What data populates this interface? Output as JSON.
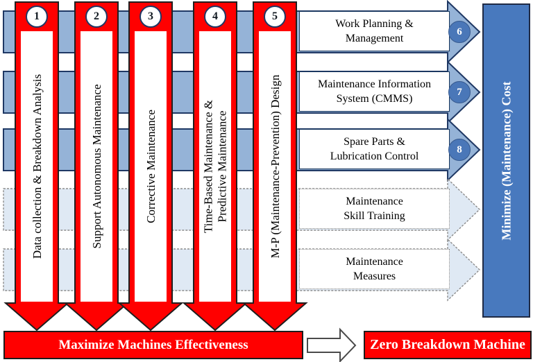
{
  "pillars": [
    {
      "number": "1",
      "lines": [
        "Data collection & Breakdown Analysis",
        ""
      ]
    },
    {
      "number": "2",
      "lines": [
        "Support Autonomous Maintenance",
        ""
      ]
    },
    {
      "number": "3",
      "lines": [
        "Corrective Maintenance",
        ""
      ]
    },
    {
      "number": "4",
      "lines": [
        "Time-Based Maintenance &",
        "Predictive Maintenance"
      ]
    },
    {
      "number": "5",
      "lines": [
        "M-P (Maintenance-Prevention) Design",
        ""
      ]
    }
  ],
  "streams": [
    {
      "number": "6",
      "lines": [
        "Work Planning &",
        "Management"
      ],
      "style": "solid"
    },
    {
      "number": "7",
      "lines": [
        "Maintenance Information",
        "System (CMMS)"
      ],
      "style": "solid"
    },
    {
      "number": "8",
      "lines": [
        "Spare Parts &",
        "Lubrication Control"
      ],
      "style": "solid"
    },
    {
      "number": "",
      "lines": [
        "Maintenance",
        "Skill Training"
      ],
      "style": "dotted"
    },
    {
      "number": "",
      "lines": [
        "Maintenance",
        "Measures"
      ],
      "style": "dotted"
    }
  ],
  "right_bar": {
    "label": "Minimize (Maintenance) Cost"
  },
  "footer": {
    "maximize": "Maximize Machines Effectiveness",
    "zero": "Zero Breakdown Machine"
  },
  "colors": {
    "arrow_red": "#FF0000",
    "stream_blue": "#95B3D7",
    "stream_light_blue": "#DFE9F4",
    "number_circle_blue": "#4A77B8",
    "cost_bar_blue": "#4879BE",
    "outline_navy": "#1F3864",
    "text_black": "#000000",
    "text_white": "#FFFFFF"
  }
}
